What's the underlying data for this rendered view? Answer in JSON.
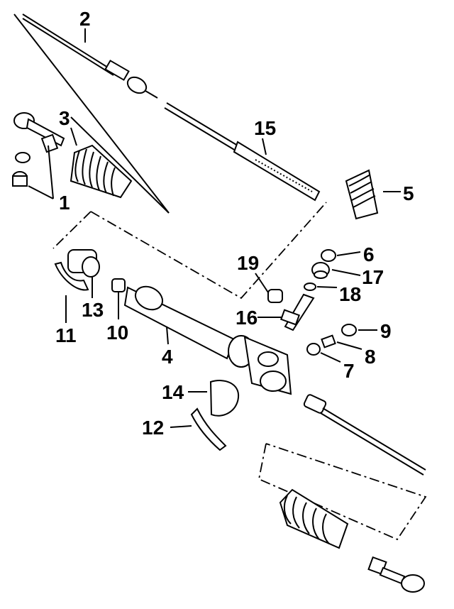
{
  "diagram": {
    "callouts": [
      {
        "id": "1",
        "text": "1"
      },
      {
        "id": "2",
        "text": "2"
      },
      {
        "id": "3",
        "text": "3"
      },
      {
        "id": "4",
        "text": "4"
      },
      {
        "id": "5",
        "text": "5"
      },
      {
        "id": "6",
        "text": "6"
      },
      {
        "id": "7",
        "text": "7"
      },
      {
        "id": "8",
        "text": "8"
      },
      {
        "id": "9",
        "text": "9"
      },
      {
        "id": "10",
        "text": "10"
      },
      {
        "id": "11",
        "text": "11"
      },
      {
        "id": "12",
        "text": "12"
      },
      {
        "id": "13",
        "text": "13"
      },
      {
        "id": "14",
        "text": "14"
      },
      {
        "id": "15",
        "text": "15"
      },
      {
        "id": "16",
        "text": "16"
      },
      {
        "id": "17",
        "text": "17"
      },
      {
        "id": "18",
        "text": "18"
      },
      {
        "id": "19",
        "text": "19"
      }
    ]
  }
}
